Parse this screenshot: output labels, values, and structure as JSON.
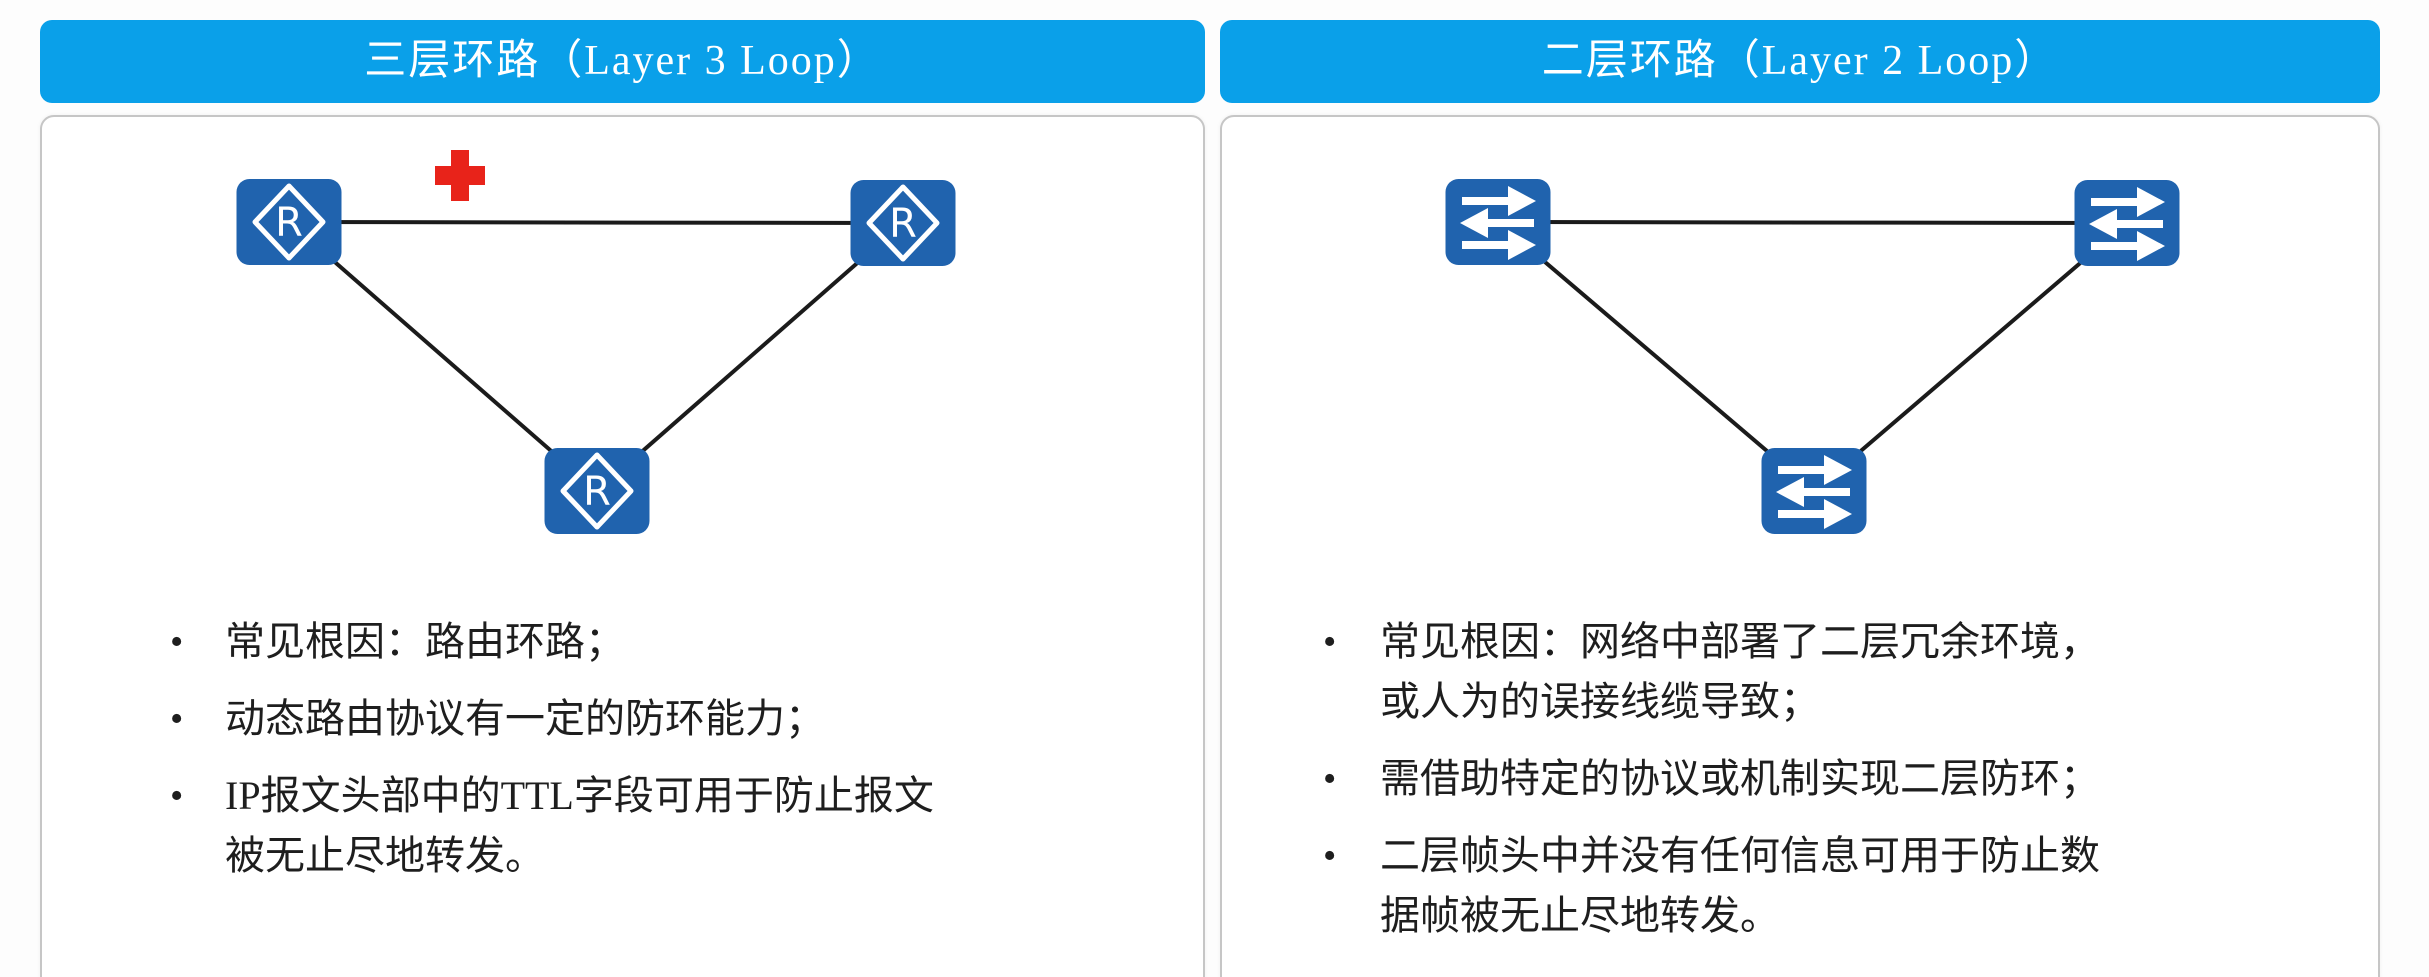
{
  "bullet_char": "•",
  "colors": {
    "header_bg": "#0aa0e9",
    "header_text": "#ffffff",
    "node_fill": "#2063ae",
    "link_line": "#1b1b1b",
    "error_red": "#e8231a",
    "card_border": "#c6c6c6",
    "body_text": "#1e1e1e"
  },
  "panels": {
    "left": {
      "title": "三层环路（Layer 3 Loop）",
      "node_type": "router",
      "node_label": "R",
      "bullets": [
        {
          "lines": [
            "常见根因：路由环路；"
          ]
        },
        {
          "lines": [
            "动态路由协议有一定的防环能力；"
          ]
        },
        {
          "lines": [
            "IP报文头部中的TTL字段可用于防止报文",
            "被无止尽地转发。"
          ]
        }
      ]
    },
    "right": {
      "title": "二层环路（Layer 2 Loop）",
      "node_type": "switch",
      "bullets": [
        {
          "lines": [
            "常见根因：网络中部署了二层冗余环境，",
            "或人为的误接线缆导致；"
          ]
        },
        {
          "lines": [
            "需借助特定的协议或机制实现二层防环；"
          ]
        },
        {
          "lines": [
            "二层帧头中并没有任何信息可用于防止数",
            "据帧被无止尽地转发。"
          ]
        }
      ]
    }
  }
}
